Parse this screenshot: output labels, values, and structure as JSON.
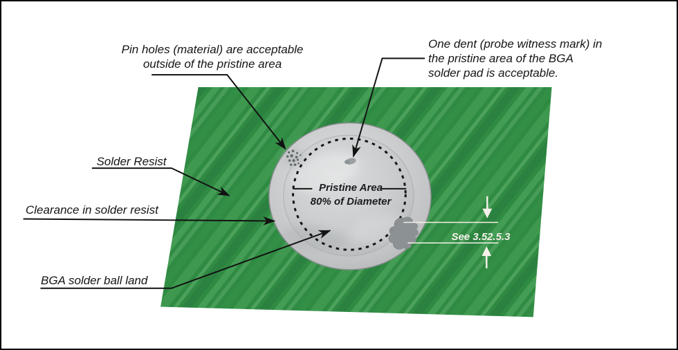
{
  "figure": {
    "kind": "BGA solder pad acceptance diagram"
  },
  "labels": {
    "pin_holes": "Pin holes (material) are acceptable\noutside of the pristine area",
    "one_dent": "One dent (probe witness mark) in\nthe pristine area of the BGA\nsolder pad is acceptable.",
    "solder_resist": "Solder Resist",
    "clearance": "Clearance in solder resist",
    "bga_land": "BGA solder ball land",
    "pristine_area": "Pristine Area\n80% of Diameter",
    "see_reference": "See 3.52.5.3"
  },
  "colors": {
    "board_green": "#2f8a42",
    "board_green_light": "#4aa35a",
    "pad_gray": "#cfd0d1",
    "pad_edge_gray": "#9fa2a4",
    "defect_gray": "#8b9093",
    "leader_black": "#121212",
    "dimension_white": "#f5f1ea",
    "background": "#ffffff",
    "border": "#000000"
  }
}
